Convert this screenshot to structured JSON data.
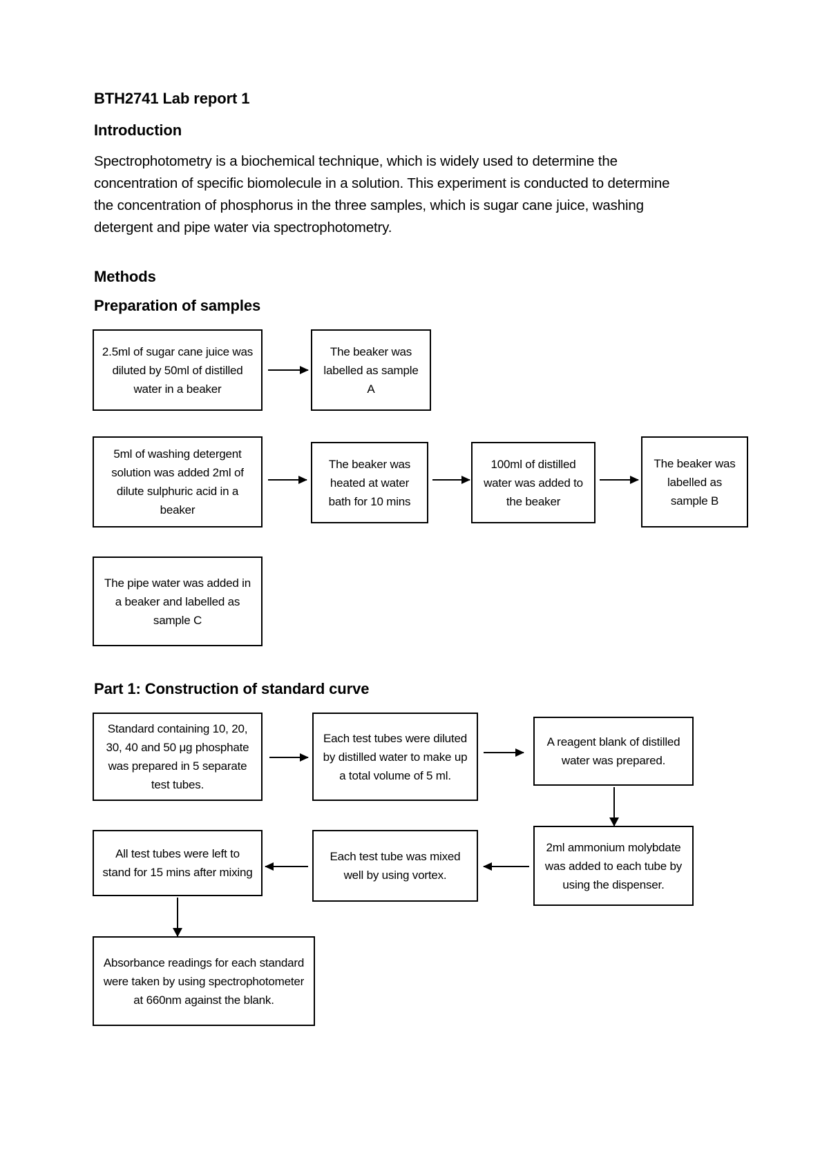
{
  "document": {
    "title": "BTH2741 Lab report 1",
    "headings": {
      "introduction": "Introduction",
      "methods": "Methods",
      "preparation": "Preparation of samples",
      "part1": "Part 1: Construction of standard curve"
    },
    "intro_paragraph": "Spectrophotometry is a biochemical technique, which is widely used to determine the concentration of specific biomolecule in a solution. This experiment is conducted to determine the concentration of phosphorus in the three samples, which is sugar cane juice, washing detergent and pipe water via spectrophotometry."
  },
  "flow_preparation": {
    "row_a": [
      "2.5ml of sugar cane juice was diluted by 50ml of distilled water in a beaker",
      "The beaker was labelled as sample A"
    ],
    "row_b": [
      "5ml of washing detergent solution was added 2ml of dilute sulphuric acid in a beaker",
      "The beaker was heated at water bath for 10 mins",
      "100ml of distilled water was added to the beaker",
      "The beaker was labelled as sample B"
    ],
    "row_c": [
      "The pipe water was added in a beaker and labelled as sample C"
    ]
  },
  "flow_part1": {
    "row_1": [
      "Standard containing 10, 20, 30, 40 and 50 μg phosphate was prepared in 5 separate test tubes.",
      "Each test tubes were diluted by distilled water to make up a total volume of 5 ml.",
      "A reagent blank of distilled water was prepared."
    ],
    "row_2": [
      "All test tubes were left to stand for 15 mins after mixing",
      "Each test tube was mixed well by using vortex.",
      "2ml ammonium molybdate was added to each tube by using the dispenser."
    ],
    "row_3": [
      "Absorbance readings for each standard were taken by using spectrophotometer at 660nm against the blank."
    ]
  },
  "colors": {
    "page_background": "#ffffff",
    "text": "#000000",
    "box_border": "#000000"
  }
}
